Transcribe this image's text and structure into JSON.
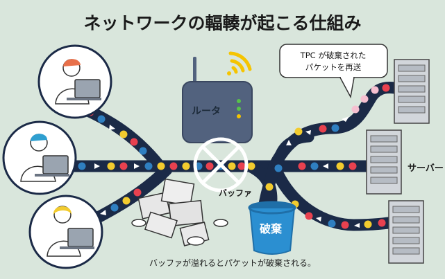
{
  "title": "ネットワークの輻輳が起こる仕組み",
  "labels": {
    "router": "ルータ",
    "server": "サーバー",
    "buffer": "バッファ",
    "discard": "破棄",
    "caption": "バッファが溢れるとパケットが破棄される。"
  },
  "bubble": {
    "line1": "TPC が破棄された",
    "line2": "パケットを再送"
  },
  "colors": {
    "background": "#d9e6dc",
    "pipe": "#1b2a47",
    "packet_red": "#e8414f",
    "packet_yellow": "#f2cb2e",
    "packet_blue": "#2f7fc1",
    "packet_pink": "#f5bfd0",
    "router_body": "#52627e",
    "bin": "#2b8fd1",
    "wifi": "#f5c400",
    "no_symbol": "#ffffff"
  },
  "icons": [
    "user-icon",
    "laptop-icon",
    "router-icon",
    "wifi-icon",
    "server-icon",
    "trash-bin-icon",
    "no-symbol-icon",
    "packet-pile-icon",
    "speech-bubble-icon"
  ]
}
